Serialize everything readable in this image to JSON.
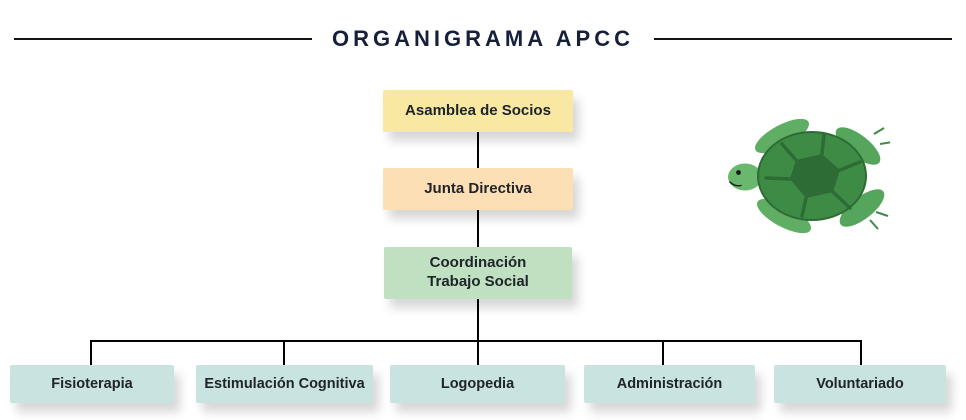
{
  "title": "ORGANIGRAMA APCC",
  "chart": {
    "type": "org-chart",
    "levels": [
      {
        "id": "asamblea",
        "label": "Asamblea de Socios",
        "color": "#f8e8a2"
      },
      {
        "id": "junta",
        "label": "Junta Directiva",
        "color": "#fcdfb5"
      },
      {
        "id": "coordinacion",
        "label": "Coordinación\nTrabajo Social",
        "color": "#bfe0c1"
      }
    ],
    "departments": [
      {
        "id": "fisioterapia",
        "label": "Fisioterapia"
      },
      {
        "id": "estimulacion",
        "label": "Estimulación Cognitiva"
      },
      {
        "id": "logopedia",
        "label": "Logopedia"
      },
      {
        "id": "administracion",
        "label": "Administración"
      },
      {
        "id": "voluntariado",
        "label": "Voluntariado"
      }
    ],
    "department_color": "#c9e3e1",
    "line_color": "#000000"
  },
  "decor": {
    "turtle_icon": "sea-turtle-illustration"
  }
}
